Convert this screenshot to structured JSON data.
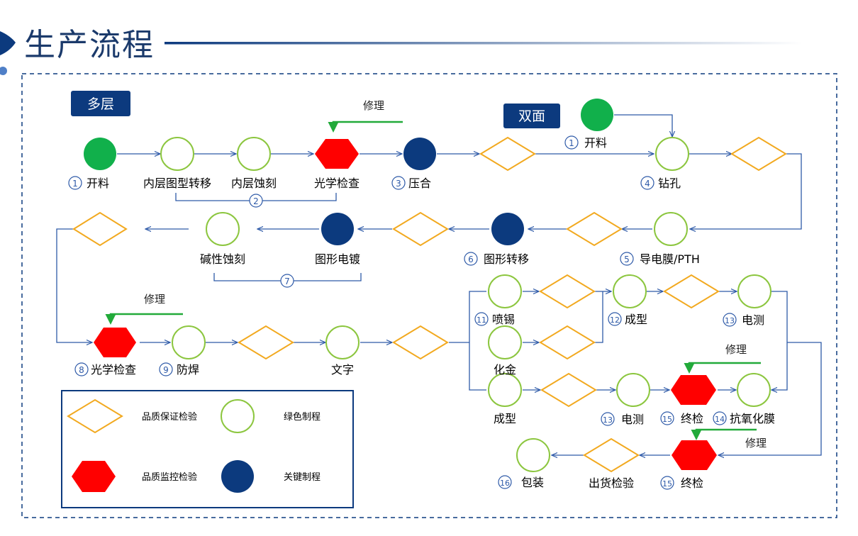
{
  "title": "生产流程",
  "colors": {
    "navy": "#0c3a7e",
    "flow": "#2e5aa8",
    "green_node": "#11b04b",
    "green_ring": "#8cc63f",
    "red": "#ff0000",
    "orange": "#f2a91f",
    "repair_arrow": "#22aa3a"
  },
  "section_labels": {
    "multilayer": "多层",
    "double_sided": "双面"
  },
  "repair_label": "修理",
  "nodes": {
    "ml_cut": {
      "num": "1",
      "label": "开料"
    },
    "inner_transfer": {
      "label": "内层图型转移"
    },
    "inner_etch": {
      "label": "内层蚀刻"
    },
    "inner_group_num": "2",
    "optical_check": {
      "label": "光学检查"
    },
    "laminate": {
      "num": "3",
      "label": "压合"
    },
    "ds_cut": {
      "num": "1",
      "label": "开料"
    },
    "drill": {
      "num": "4",
      "label": "钻孔"
    },
    "pth": {
      "num": "5",
      "label": "导电膜/PTH"
    },
    "pattern_transfer": {
      "num": "6",
      "label": "图形转移"
    },
    "pattern_plating": {
      "label": "图形电镀"
    },
    "alkaline_etch": {
      "label": "碱性蚀刻"
    },
    "etch_group_num": "7",
    "optical_check2": {
      "num": "8",
      "label": "光学检查"
    },
    "solder_mask": {
      "num": "9",
      "label": "防焊"
    },
    "legend_text": {
      "label": "文字"
    },
    "hasl": {
      "num": "11",
      "label": "喷锡"
    },
    "enig": {
      "label": "化金"
    },
    "shaping_a": {
      "num": "12",
      "label": "成型"
    },
    "etest_a": {
      "num": "13",
      "label": "电测"
    },
    "shaping_b": {
      "label": "成型"
    },
    "etest_b": {
      "num": "13",
      "label": "电测"
    },
    "final_a": {
      "num": "15",
      "label": "终检"
    },
    "osp": {
      "num": "14",
      "label": "抗氧化膜"
    },
    "final_b": {
      "num": "15",
      "label": "终检"
    },
    "ship_check": {
      "label": "出货检验"
    },
    "packing": {
      "num": "16",
      "label": "包装"
    }
  },
  "legend": {
    "qa_check": "品质保证检验",
    "green_process": "绿色制程",
    "qc_check": "品质监控检验",
    "key_process": "关键制程"
  }
}
